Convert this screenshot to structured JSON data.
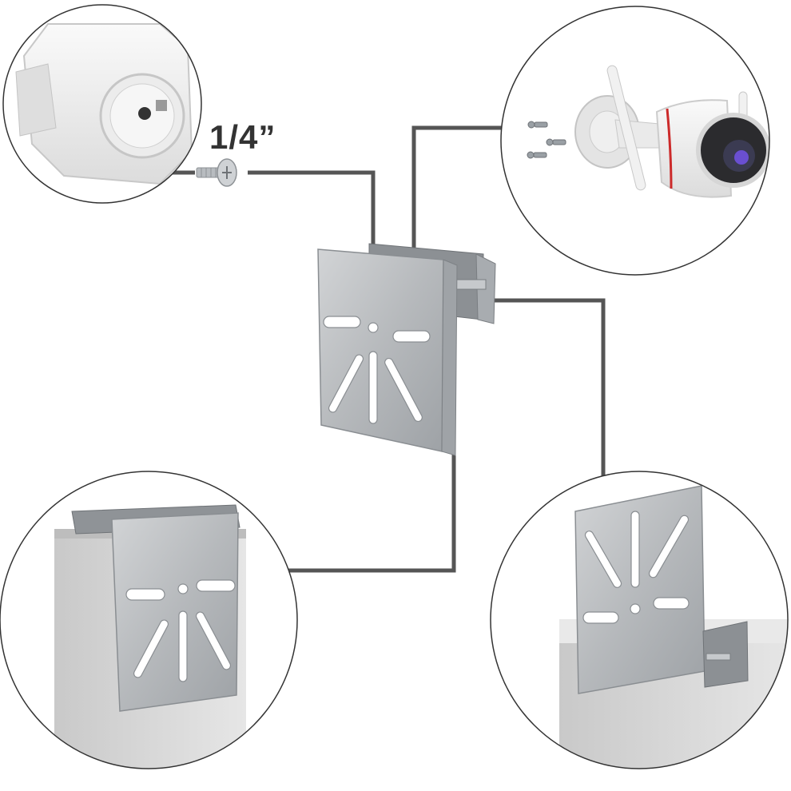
{
  "screw_size_label": "1/4”",
  "colors": {
    "connector_line": "#555555",
    "circle_outline": "#333333",
    "steel": "#b9bcbf",
    "steel_dark": "#8e9296",
    "camera_body": "#f2f2f2",
    "camera_accent": "#cc2a2a",
    "wall": "#d7d7d7"
  },
  "icons": [
    "camera-base-closeup",
    "screw-icon",
    "bullet-camera-with-screws",
    "mounting-bracket",
    "bracket-on-wall-front",
    "bracket-on-wall-rear"
  ]
}
